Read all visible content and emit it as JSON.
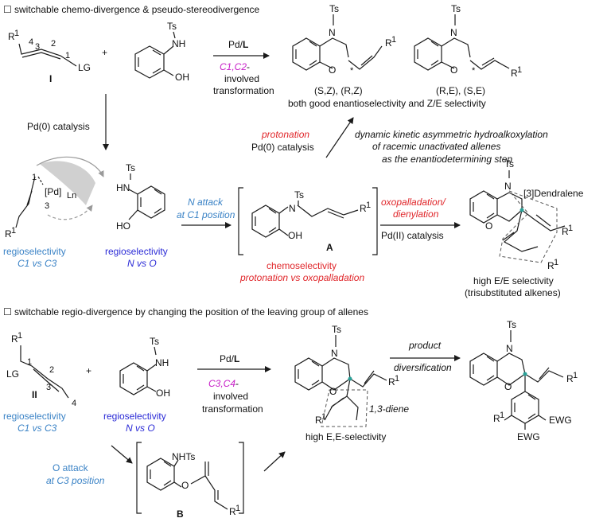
{
  "section1": {
    "checkbox": "☐",
    "title": "switchable chemo-divergence & pseudo-stereodivergence"
  },
  "section2": {
    "checkbox": "☐",
    "title": "switchable regio-divergence by changing the position of the leaving group of allenes"
  },
  "allene_I": {
    "r1": "R",
    "r1_sup": "1",
    "n4": "4",
    "n3": "3",
    "n2": "2",
    "n1": "1",
    "lg": "LG",
    "label": "I",
    "plus": "+"
  },
  "aminophenol_top": {
    "ts": "Ts",
    "nh": "NH",
    "oh": "OH"
  },
  "reaction_top": {
    "catalyst_pre": "Pd/",
    "catalyst_bold": "L",
    "c1c2": "C1,C2",
    "dash": "-",
    "line2": "involved",
    "line3": "transformation"
  },
  "product_top_left": {
    "ts": "Ts",
    "n": "N",
    "o": "O",
    "star": "*",
    "r1": "R",
    "r1_sup": "1",
    "stereo": "(S,Z), (R,Z)"
  },
  "product_top_right": {
    "ts": "Ts",
    "n": "N",
    "o": "O",
    "star": "*",
    "r1": "R",
    "r1_sup": "1",
    "stereo": "(R,E), (S,E)"
  },
  "selectivity_top": "both good enantioselectivity and Z/E selectivity",
  "pd0_catalysis": "Pd(0) catalysis",
  "protonation": {
    "red": "protonation",
    "cat": "Pd(0) catalysis"
  },
  "dkr": {
    "line1": "dynamic kinetic asymmetric hydroalkoxylation",
    "line2": "of racemic unactivated allenes",
    "line3": "as the enantiodetermining step"
  },
  "pd_complex": {
    "n1": "1",
    "n3": "3",
    "pd": "[Pd]",
    "ln": "Ln",
    "r1": "R",
    "r1_sup": "1"
  },
  "aminophenol_mid": {
    "ts": "Ts",
    "hn": "HN",
    "ho": "HO"
  },
  "regio_left": {
    "line1": "regioselectivity",
    "line2": "C1 vs C3"
  },
  "regio_mid": {
    "line1": "regioselectivity",
    "line2": "N vs O"
  },
  "n_attack": {
    "line1": "N attack",
    "line2": "at C1 position"
  },
  "intermediate_A": {
    "ts": "Ts",
    "n": "N",
    "oh": "OH",
    "r1": "R",
    "r1_sup": "1",
    "label": "A"
  },
  "chemoselectivity": {
    "line1": "chemoselectivity",
    "line2": "protonation vs oxopalladation"
  },
  "oxopalladation": {
    "line1": "oxopalladation/",
    "line2": "dienylation",
    "cat": "Pd(II) catalysis"
  },
  "product_dendralene": {
    "ts": "Ts",
    "n": "N",
    "o": "O",
    "tag": "[3]Dendralene",
    "r1a": "R",
    "r1b": "R",
    "sup": "1",
    "sel1": "high E/E selectivity",
    "sel2": "(trisubstituted alkenes)"
  },
  "allene_II": {
    "r1": "R",
    "r1_sup": "1",
    "lg": "LG",
    "n1": "1",
    "n2": "2",
    "n3": "3",
    "n4": "4",
    "label": "II",
    "plus": "+"
  },
  "aminophenol_bot": {
    "ts": "Ts",
    "nh": "NH",
    "oh": "OH"
  },
  "reaction_bot": {
    "catalyst_pre": "Pd/",
    "catalyst_bold": "L",
    "c3c4": "C3,C4",
    "dash": "-",
    "line2": "involved",
    "line3": "transformation"
  },
  "regio_left_bot": {
    "line1": "regioselectivity",
    "line2": "C1 vs C3"
  },
  "regio_mid_bot": {
    "line1": "regioselectivity",
    "line2": "N vs O"
  },
  "product_diene": {
    "ts": "Ts",
    "n": "N",
    "o": "O",
    "r1a": "R",
    "r1b": "R",
    "sup": "1",
    "diene": "1,3-diene",
    "sel": "high E,E-selectivity"
  },
  "diversification": {
    "line1": "product",
    "line2": "diversification"
  },
  "product_ewg": {
    "ts": "Ts",
    "n": "N",
    "o": "O",
    "r1": "R",
    "sup": "1",
    "ewg1": "EWG",
    "ewg2": "EWG"
  },
  "o_attack": {
    "line1": "O attack",
    "line2": "at C3 position"
  },
  "intermediate_B": {
    "nhts": "NHTs",
    "o": "O",
    "r1": "R",
    "r1_sup": "1",
    "label": "B"
  }
}
